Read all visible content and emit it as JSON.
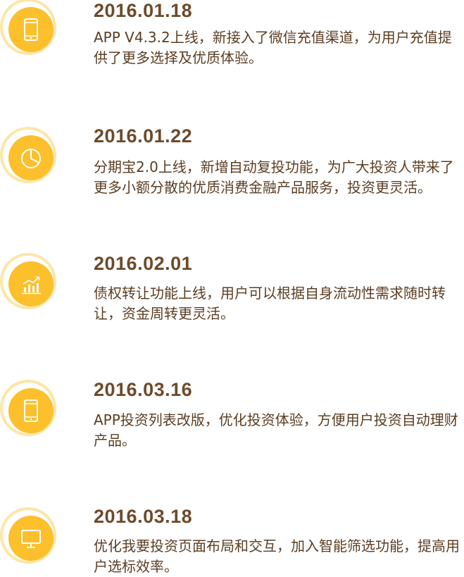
{
  "timeline": [
    {
      "date": "2016.01.18",
      "text": "APP V4.3.2上线，新接入了微信充值渠道，为用户充值提供了更多选择及优质体验。",
      "icon": "phone-icon"
    },
    {
      "date": "2016.01.22",
      "text": "分期宝2.0上线，新增自动复投功能，为广大投资人带来了更多小额分散的优质消费金融产品服务，投资更灵活。",
      "icon": "pie-chart-icon"
    },
    {
      "date": "2016.02.01",
      "text": "债权转让功能上线，用户可以根据自身流动性需求随时转让，资金周转更灵活。",
      "icon": "bar-chart-icon"
    },
    {
      "date": "2016.03.16",
      "text": "APP投资列表改版，优化投资体验，方便用户投资自动理财产品。",
      "icon": "phone-icon"
    },
    {
      "date": "2016.03.18",
      "text": "优化我要投资页面布局和交互，加入智能筛选功能，提高用户选标效率。",
      "icon": "monitor-icon"
    }
  ],
  "colors": {
    "accent": "#fcc02c",
    "ring": "#fce6a9",
    "date_text": "#6e4a2b",
    "body_text": "#5b3d22"
  }
}
